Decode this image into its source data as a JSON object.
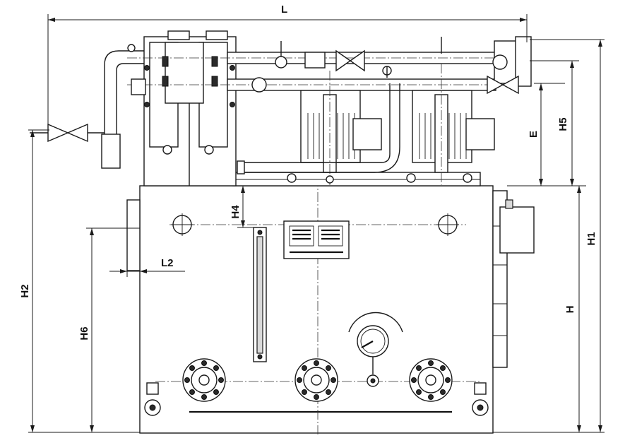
{
  "dimension_labels": {
    "L": "L",
    "L2": "L2",
    "H": "H",
    "H1": "H1",
    "H2": "H2",
    "H4": "H4",
    "H5": "H5",
    "H6": "H6",
    "E": "E"
  }
}
